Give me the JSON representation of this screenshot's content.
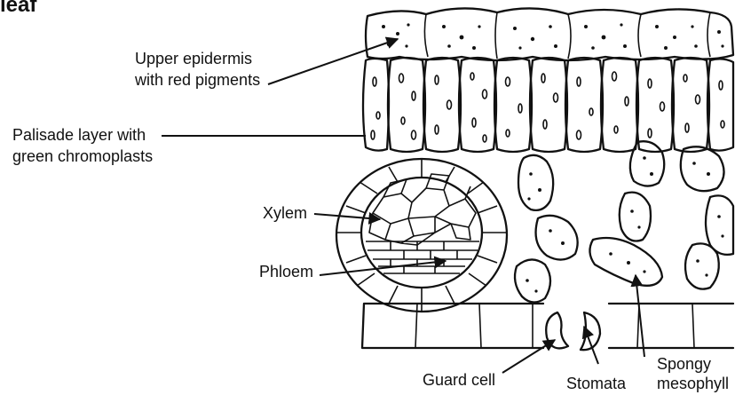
{
  "title": "leaf",
  "labels": {
    "upper_epidermis_line1": "Upper epidermis",
    "upper_epidermis_line2": "with red pigments",
    "palisade_line1": "Palisade layer with",
    "palisade_line2": "green chromoplasts",
    "xylem": "Xylem",
    "phloem": "Phloem",
    "guard_cell": "Guard cell",
    "stomata": "Stomata",
    "spongy_line1": "Spongy",
    "spongy_line2": "mesophyll"
  }
}
